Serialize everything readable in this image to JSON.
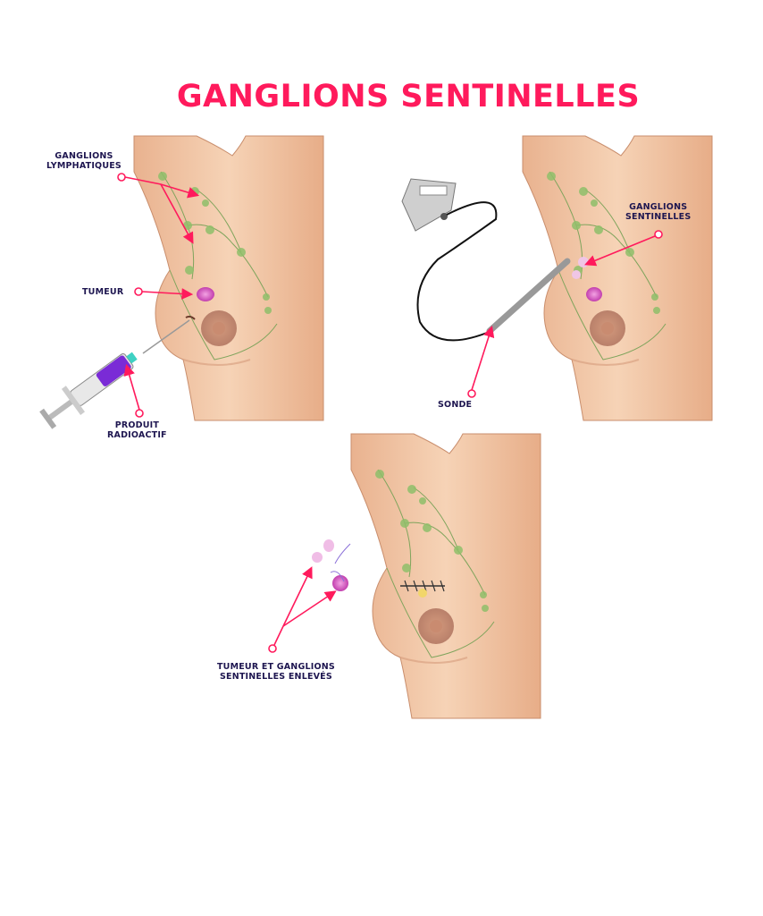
{
  "title": "GANGLIONS SENTINELLES",
  "labels": {
    "lymph": [
      "GANGLIONS",
      "LYMPHATIQUES"
    ],
    "tumor": "TUMEUR",
    "product": [
      "PRODUIT",
      "RADIOACTIF"
    ],
    "sentinel": [
      "GANGLIONS",
      "SENTINELLES"
    ],
    "probe": "SONDE",
    "removed": [
      "TUMEUR ET GANGLIONS",
      "SENTINELLES ENLEVÉS"
    ]
  },
  "colors": {
    "accent": "#ff1a5c",
    "label": "#1e1650",
    "skin": "#f2c6a4",
    "node": "#8fbf6a",
    "tumor": "#d94fc0"
  }
}
